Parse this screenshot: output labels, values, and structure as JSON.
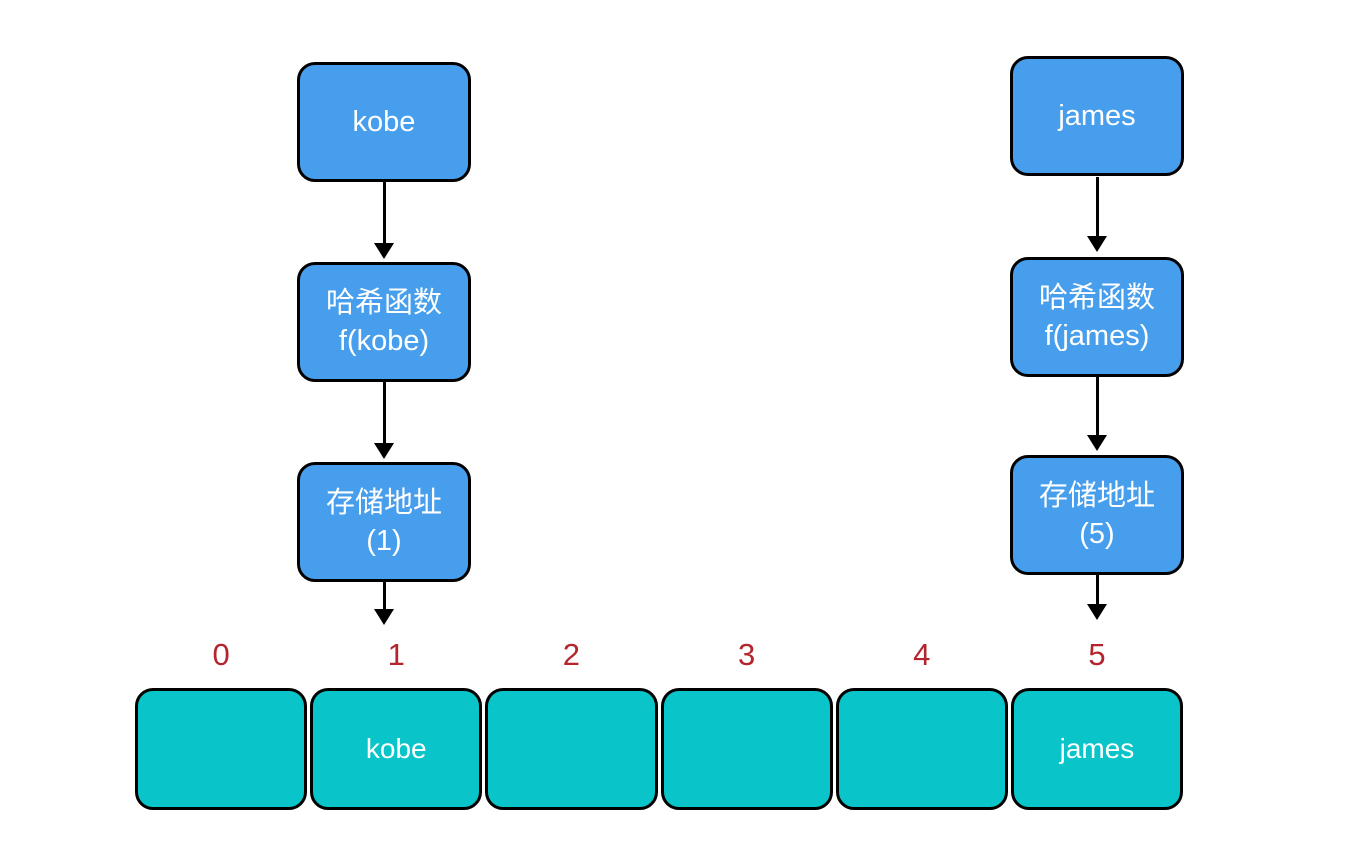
{
  "colors": {
    "box-blue": "#479EEC",
    "cell-teal": "#09C4C8",
    "index-red": "#B3242C",
    "line-black": "#000000",
    "text-white": "#FFFFFF",
    "background": "#FFFFFF"
  },
  "flows": [
    {
      "key": "kobe",
      "boxes": [
        {
          "line1": "kobe",
          "line2": ""
        },
        {
          "line1": "哈希函数",
          "line2": "f(kobe)"
        },
        {
          "line1": "存储地址",
          "line2": "(1)"
        }
      ]
    },
    {
      "key": "james",
      "boxes": [
        {
          "line1": "james",
          "line2": ""
        },
        {
          "line1": "哈希函数",
          "line2": "f(james)"
        },
        {
          "line1": "存储地址",
          "line2": "(5)"
        }
      ]
    }
  ],
  "array": {
    "indices": [
      "0",
      "1",
      "2",
      "3",
      "4",
      "5"
    ],
    "cells": [
      "",
      "kobe",
      "",
      "",
      "",
      "james"
    ]
  }
}
